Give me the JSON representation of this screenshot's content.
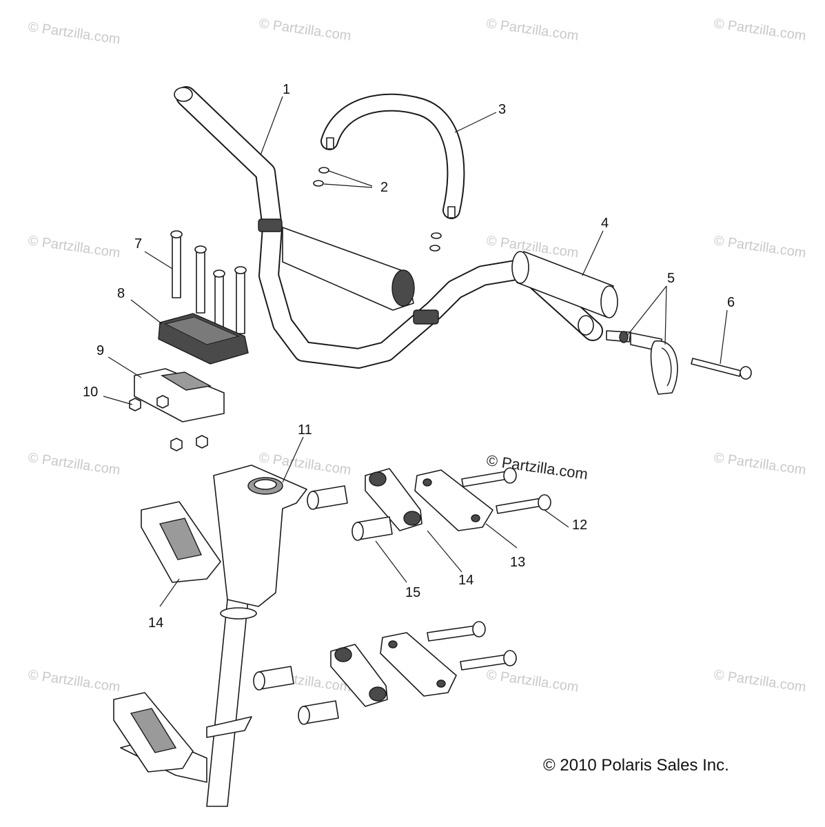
{
  "watermark": "© Partzilla.com",
  "copyright": "© 2010 Polaris Sales Inc.",
  "callouts": {
    "c1": "1",
    "c2": "2",
    "c3": "3",
    "c4": "4",
    "c5": "5",
    "c6": "6",
    "c7": "7",
    "c8": "8",
    "c9": "9",
    "c10": "10",
    "c11": "11",
    "c12": "12",
    "c13": "13",
    "c14a": "14",
    "c14b": "14",
    "c15": "15"
  }
}
